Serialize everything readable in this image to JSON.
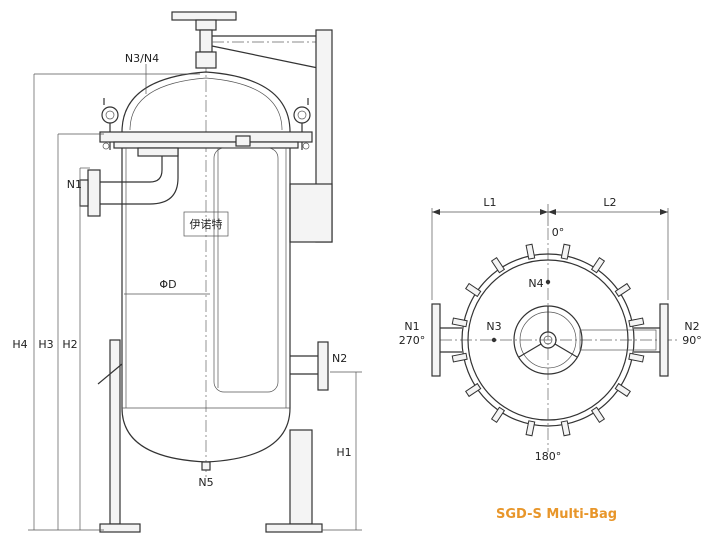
{
  "labels": {
    "n3n4_side": "N3/N4",
    "n1_side": "N1",
    "n2_side": "N2",
    "n5": "N5",
    "phi_d": "ΦD",
    "brand": "伊诺特",
    "h1": "H1",
    "h2": "H2",
    "h3": "H3",
    "h4": "H4",
    "l1": "L1",
    "l2": "L2",
    "top_deg": "0°",
    "bottom_deg": "180°",
    "n1_top": "N1",
    "n1_deg": "270°",
    "n2_top": "N2",
    "n2_deg": "90°",
    "n3_top": "N3",
    "n4_top": "N4"
  },
  "caption": "SGD-S Multi-Bag",
  "colors": {
    "caption": "#e8962a",
    "line": "#333333"
  }
}
